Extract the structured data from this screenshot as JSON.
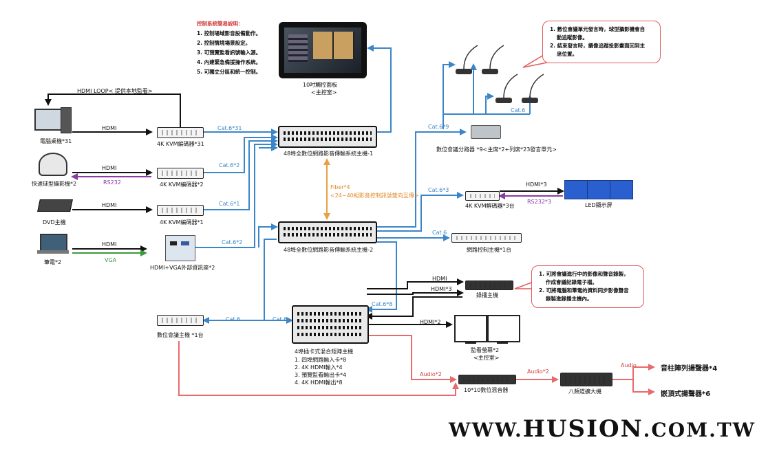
{
  "system_notes": {
    "title": "控制系統簡易說明：",
    "items": [
      "1. 控制場域影音設備動作。",
      "2. 控制情境場景設定。",
      "3. 可預覽監看訊號輸入源。",
      "4. 內建緊急備援操作系統。",
      "5. 可獨立分區和統一控制。"
    ]
  },
  "touch_panel": {
    "label1": "10吋觸控面板",
    "label2": "<主控室>"
  },
  "callout_top": {
    "lines": [
      "1. 數位會議單元發言時，球型攝影機會自",
      "動追蹤影像。",
      "2. 結束發言時，攝像追蹤投影畫面回到主",
      "席位置。"
    ]
  },
  "callout_mid": {
    "lines": [
      "1. 可將會議進行中的影像和聲音錄製，",
      "作成會議記錄電子檔。",
      "2. 可將電腦和筆電的資料同步影像聲音",
      "錄製進錄播主機內。"
    ]
  },
  "hdmi_loop": "HDMI LOOP< 提供本地監看>",
  "sources": {
    "pc": "電腦桌機*31",
    "camera": "快速球型攝影機*2",
    "dvd": "DVD主機",
    "laptop": "筆電*2"
  },
  "encoders": {
    "enc31": "4K KVM編碼器*31",
    "enc2": "4K KVM編碼器*2",
    "enc1": "4K KVM編碼器*1",
    "wallplate": "HDMI+VGA外部資訊座*2"
  },
  "link_labels": {
    "hdmi_a": "HDMI",
    "hdmi_b": "HDMI",
    "rs232_b": "RS232",
    "hdmi_c": "HDMI",
    "hdmi_d": "HDMI",
    "vga_d": "VGA",
    "cat6_31": "Cat.6*31",
    "cat6_2": "Cat.6*2",
    "cat6_1": "Cat.6*1",
    "cat6_2b": "Cat.6*2",
    "fiber1": "Fiber*4",
    "fiber2": "<24~40組影音控制訊號雙向互傳>",
    "cat6_9": "Cat.6*9",
    "cat6_3": "Cat.6*3",
    "cat6_ctrl": "Cat.6",
    "cat6_8": "Cat.6*8",
    "cat6_left": "Cat.6",
    "cat6_mid": "Cat.6",
    "cat6_mic": "Cat.6",
    "hdmi3_out": "HDMI*3",
    "rs232_3": "RS232*3",
    "hdmi_rec": "HDMI",
    "hdmi3_rec": "HDMI*3",
    "hdmi2_mon": "HDMI*2",
    "audio2_a": "Audio*2",
    "audio2_b": "Audio*2",
    "audio_c": "Audio"
  },
  "hosts": {
    "host1": "48埠全數位網路影音傳輸系統主機-1",
    "host2": "48埠全數位網路影音傳輸系統主機-2"
  },
  "devices": {
    "splitter": "數位會議分路器 *9<主席*2+列席*23發言單元>",
    "decoder": "4K KVM解碼器*3台",
    "led": "LED顯示屏",
    "ctrl_host": "網路控制主機*1台",
    "recorder": "錄播主機",
    "monitor1": "監看螢幕*2",
    "monitor2": "<主控室>",
    "conf_host": "數位會議主機 *1台",
    "mixer": "10*10數位混音器",
    "amp": "八頻道擴大機",
    "spk1": "音柱陣列揚聲器*4",
    "spk2": "嵌頂式揚聲器*6"
  },
  "matrix": {
    "title": "4埠插卡式混合矩陣主機",
    "items": [
      "1.  四埠網路輸入卡*8",
      "2.  4K HDMI輸入*4",
      "3.  預覽監看輸出卡*4",
      "4.  4K HDMI輸出*8"
    ]
  },
  "brand": {
    "prefix": "WWW.",
    "main": "HUSION",
    "suffix": ".COM.TW"
  },
  "colors": {
    "cat6": "#3a86c8",
    "hdmi": "#111111",
    "rs232": "#8a3aa0",
    "vga": "#3a9a3a",
    "fiber": "#e8a040",
    "audio": "#e86a6a"
  }
}
